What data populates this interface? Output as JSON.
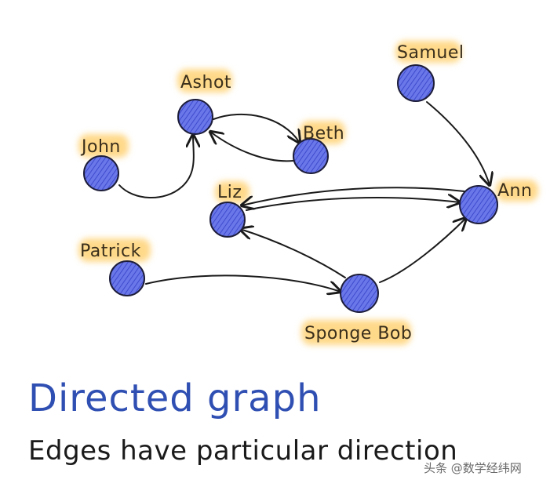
{
  "nodes": [
    {
      "id": "ashot",
      "label": "Ashot"
    },
    {
      "id": "beth",
      "label": "Beth"
    },
    {
      "id": "john",
      "label": "John"
    },
    {
      "id": "samuel",
      "label": "Samuel"
    },
    {
      "id": "ann",
      "label": "Ann"
    },
    {
      "id": "liz",
      "label": "Liz"
    },
    {
      "id": "patrick",
      "label": "Patrick"
    },
    {
      "id": "sponge-bob",
      "label": "Sponge Bob"
    }
  ],
  "edges": [
    {
      "from": "john",
      "to": "ashot"
    },
    {
      "from": "ashot",
      "to": "beth"
    },
    {
      "from": "beth",
      "to": "ashot"
    },
    {
      "from": "samuel",
      "to": "ann"
    },
    {
      "from": "liz",
      "to": "ann"
    },
    {
      "from": "ann",
      "to": "liz"
    },
    {
      "from": "sponge-bob",
      "to": "liz"
    },
    {
      "from": "sponge-bob",
      "to": "ann"
    },
    {
      "from": "patrick",
      "to": "sponge-bob"
    }
  ],
  "caption": {
    "title": "Directed graph",
    "subtitle": "Edges have particular direction"
  },
  "watermark": "头条 @数学经纬网",
  "colors": {
    "node_fill": "#5e6de3",
    "node_stroke": "#1d1d3a",
    "edge": "#1a1a1a",
    "label_glow": "#ffcf6a",
    "title": "#2f4fb3"
  }
}
